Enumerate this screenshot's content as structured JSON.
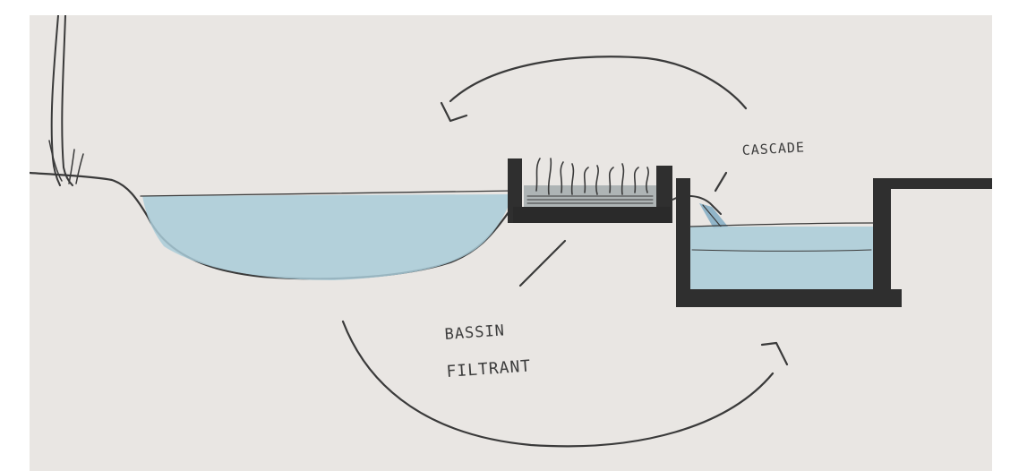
{
  "labels": {
    "cascade": "CASCADE",
    "bassin_line1": "BASSIN",
    "bassin_line2": "FILTRANT"
  },
  "colors": {
    "paper": "#e9e6e3",
    "water": "#a9cbd8",
    "pencil": "#3a3a3a",
    "dark_wall": "#2f2f2f"
  }
}
